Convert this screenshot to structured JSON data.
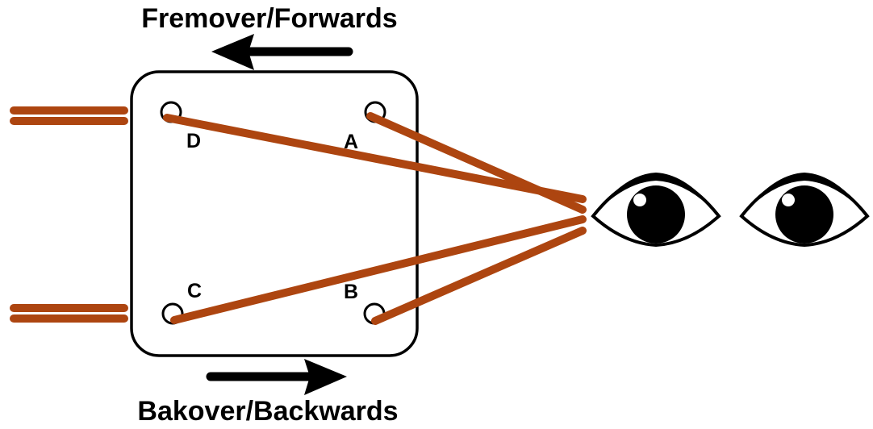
{
  "diagram": {
    "top_label": "Fremover/Forwards",
    "bottom_label": "Bakover/Backwards",
    "top_arrow_direction": "left",
    "bottom_arrow_direction": "right",
    "corners": [
      {
        "id": "D",
        "label": "D",
        "position": "top-left"
      },
      {
        "id": "A",
        "label": "A",
        "position": "top-right"
      },
      {
        "id": "C",
        "label": "C",
        "position": "bottom-left"
      },
      {
        "id": "B",
        "label": "B",
        "position": "bottom-right"
      }
    ],
    "sightlines_from": [
      "D",
      "A",
      "C",
      "B"
    ],
    "sightlines_to": "eyes",
    "eye_count": 2,
    "colors": {
      "line": "#ad4510",
      "outline": "#000000",
      "background": "#ffffff"
    }
  }
}
